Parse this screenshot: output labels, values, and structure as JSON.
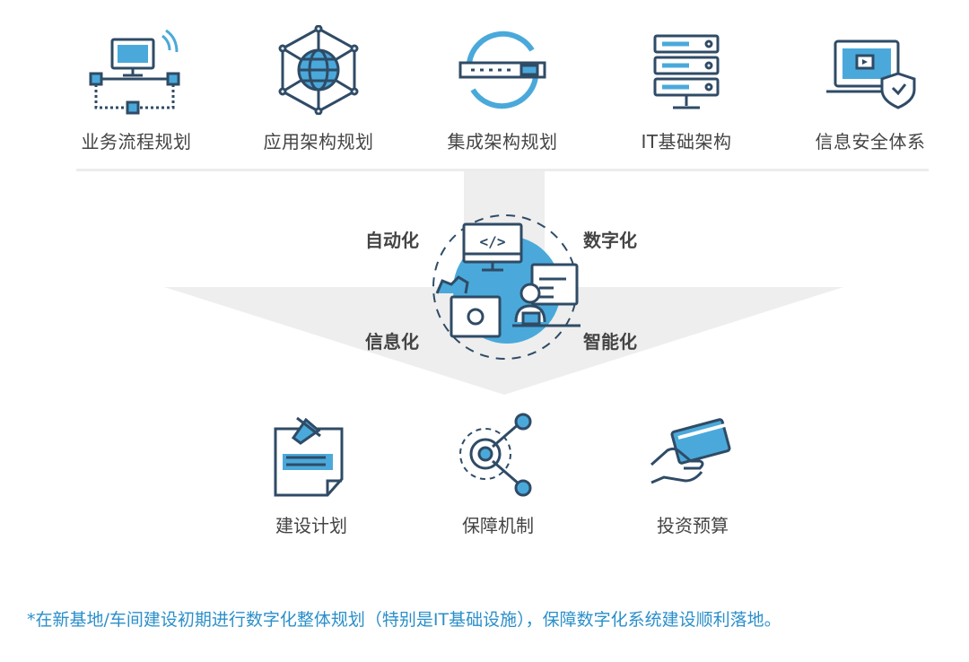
{
  "top_items": [
    {
      "label": "业务流程规划",
      "icon": "network-computer-icon"
    },
    {
      "label": "应用架构规划",
      "icon": "globe-network-icon"
    },
    {
      "label": "集成架构规划",
      "icon": "integration-cycle-icon"
    },
    {
      "label": "IT基础架构",
      "icon": "server-rack-icon"
    },
    {
      "label": "信息安全体系",
      "icon": "laptop-shield-icon"
    }
  ],
  "center": {
    "captions": {
      "top_left": "自动化",
      "top_right": "数字化",
      "bottom_left": "信息化",
      "bottom_right": "智能化"
    },
    "icon": "developer-workstation-icon",
    "code_glyph": "</>"
  },
  "bottom_items": [
    {
      "label": "建设计划",
      "icon": "pinned-note-icon"
    },
    {
      "label": "保障机制",
      "icon": "target-nodes-icon"
    },
    {
      "label": "投资预算",
      "icon": "hand-credit-card-icon"
    }
  ],
  "footer": "*在新基地/车间建设初期进行数字化整体规划（特别是IT基础设施），保障数字化系统建设顺利落地。",
  "colors": {
    "navy": "#2f4b66",
    "blue": "#4aa9da",
    "arrow": "#eeeeee",
    "footer": "#2b8fca"
  }
}
